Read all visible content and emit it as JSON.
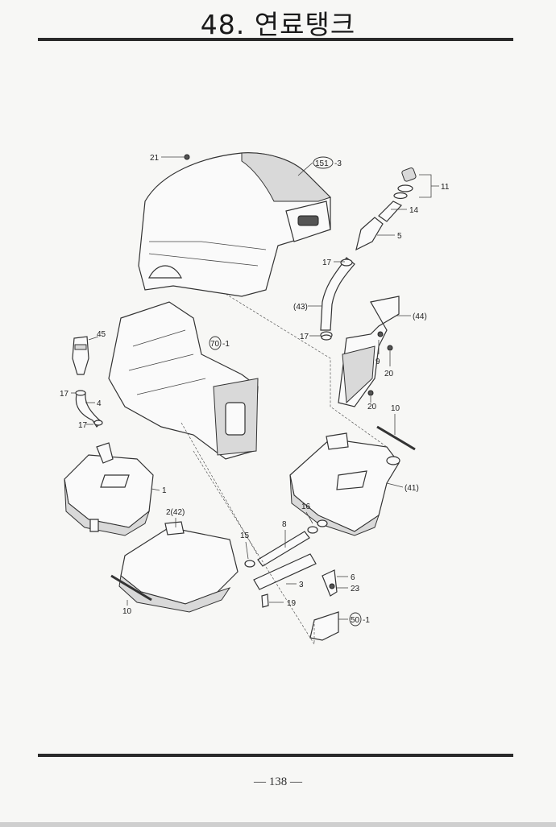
{
  "page": {
    "title": "48. 연료탱크",
    "page_number": "— 138 —"
  },
  "callouts": {
    "p21": "21",
    "p151_3": "151",
    "p151_3_suffix": "-3",
    "p11": "11",
    "p14": "14",
    "p5": "5",
    "p17a": "17",
    "p43": "(43)",
    "p44": "(44)",
    "p17b": "17",
    "p45": "45",
    "p70_1": "70",
    "p70_1_suffix": "-1",
    "p9": "9",
    "p20a": "20",
    "p17c": "17",
    "p4": "4",
    "p17d": "17",
    "p20b": "20",
    "p10a": "10",
    "p41": "(41)",
    "p1": "1",
    "p2_42": "2(42)",
    "p16": "16",
    "p8": "8",
    "p15": "15",
    "p6": "6",
    "p23": "23",
    "p3": "3",
    "p19": "19",
    "p50_1": "50",
    "p50_1_suffix": "-1",
    "p10b": "10"
  }
}
